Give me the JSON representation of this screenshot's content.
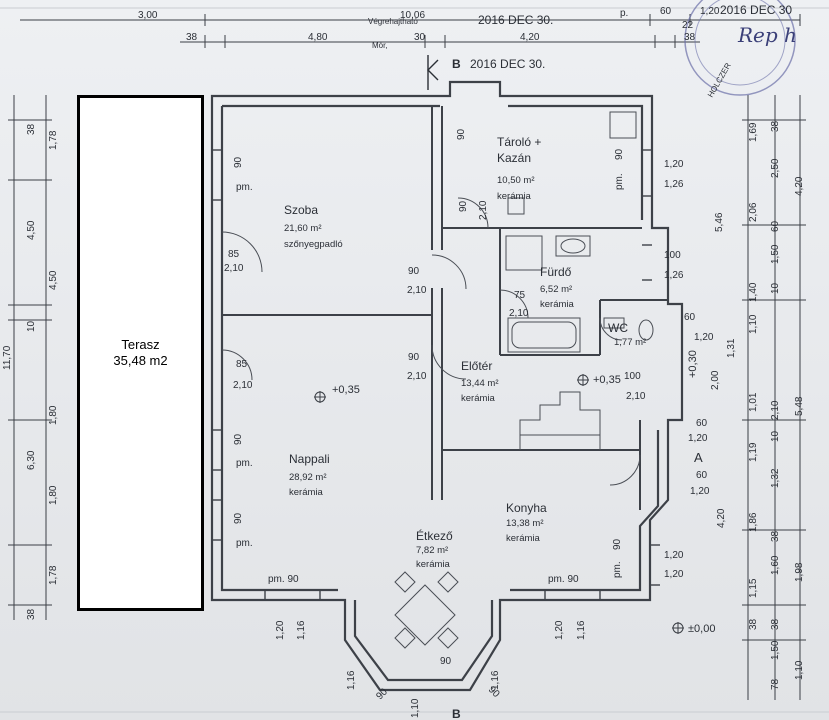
{
  "header": {
    "top_dims_row1": [
      "3,00",
      "10,06",
      "60",
      "1,20",
      "22",
      "p."
    ],
    "top_dims_row2": [
      "38",
      "4,80",
      "30",
      "4,20",
      "38"
    ],
    "approval_text": "Végrehajtható",
    "approval_text2": "Mór,",
    "date_stamp": "2016 DEC 30.",
    "date_stamp_top": "2016 DEC 30.",
    "date_stamp_corner": "2016 DEC 30",
    "signature_text": "Rep h",
    "section_marker": "B",
    "section_marker_bottom": "B"
  },
  "rooms": {
    "szoba": {
      "name": "Szoba",
      "area": "21,60 m²",
      "floor": "szőnyegpadló"
    },
    "taroló": {
      "name": "Tároló +",
      "name2": "Kazán",
      "area": "10,50 m²",
      "floor": "kerámia"
    },
    "furdo": {
      "name": "Fürdő",
      "area": "6,52 m²",
      "floor": "kerámia"
    },
    "wc": {
      "name": "WC",
      "area": "1,77 m²"
    },
    "eloter": {
      "name": "Előtér",
      "area": "13,44 m²",
      "floor": "kerámia"
    },
    "nappali": {
      "name": "Nappali",
      "area": "28,92 m²",
      "floor": "kerámia"
    },
    "konyha": {
      "name": "Konyha",
      "area": "13,38 m²",
      "floor": "kerámia"
    },
    "etkezo": {
      "name": "Étkező",
      "area": "7,82 m²",
      "floor": "kerámia"
    }
  },
  "terrace": {
    "name": "Terasz",
    "area": "35,48 m2"
  },
  "levels": {
    "a": "+0,35",
    "b": "+0,35",
    "ground": "±0,00",
    "wall_step": "+0,30"
  },
  "openings": {
    "d85": "85",
    "d210": "2,10",
    "d90": "90",
    "d75": "75",
    "d100": "100",
    "d120": "1,20",
    "d126": "1,26",
    "pm": "pm.",
    "pm90": "pm. 90",
    "d60": "60",
    "d200": "2,00",
    "d116": "1,16",
    "d131": "1,31",
    "d110": "1,10",
    "marker_a": "A"
  },
  "left_dims": [
    "38",
    "1,78",
    "4,50",
    "4,50",
    "10",
    "1,80",
    "6,30",
    "1,80",
    "1,78",
    "38",
    "11,70"
  ],
  "right_dims_inner": [
    "1,69",
    "5,46",
    "2,06",
    "1,40",
    "1,10",
    "1,01",
    "1,19",
    "1,86",
    "1,15",
    "38"
  ],
  "right_dims_mid": [
    "38",
    "2,50",
    "60",
    "1,50",
    "10",
    "2,10",
    "10",
    "1,32",
    "38",
    "1,60",
    "38",
    "1,50",
    "78"
  ],
  "right_dims_outer": [
    "4,20",
    "5,48",
    "4,20",
    "1,98",
    "1,10"
  ],
  "stamp_text": "HOLCZER"
}
